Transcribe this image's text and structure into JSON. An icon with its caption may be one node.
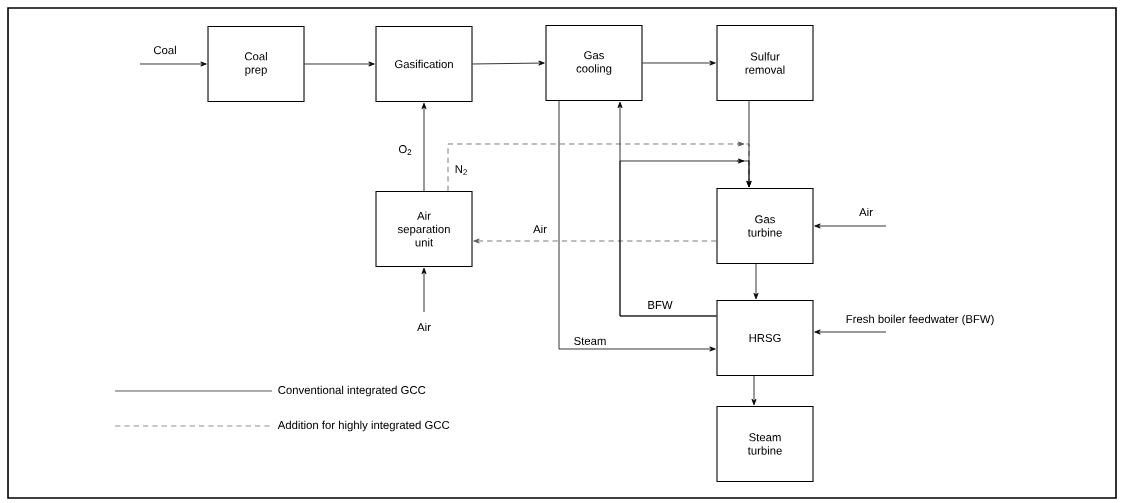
{
  "diagram": {
    "nodes": [
      {
        "text": [
          "Coal prep"
        ]
      },
      {
        "text": [
          "Gasification"
        ]
      },
      {
        "text": [
          "Gas cooling"
        ]
      },
      {
        "text": [
          "Sulfur removal"
        ]
      },
      {
        "text": [
          "Air separation unit"
        ]
      },
      {
        "text": [
          "Gas turbine"
        ]
      },
      {
        "text": [
          "HRSG"
        ]
      },
      {
        "text": [
          "Steam turbine"
        ]
      }
    ],
    "edges": [
      {
        "from": null,
        "to": 0,
        "arrow": "to",
        "label": "Coal"
      },
      {
        "from": 0,
        "to": 1,
        "arrow": "to"
      },
      {
        "from": 1,
        "to": 2,
        "arrow": "to"
      },
      {
        "from": 2,
        "to": 3,
        "arrow": "to"
      },
      {
        "from": 4,
        "to": 1,
        "arrow": "to",
        "label": "O$_{2}$"
      },
      {
        "from": 4,
        "to": 5,
        "arrow": "to",
        "label": "N$_{2}$",
        "style": "dashed"
      },
      {
        "from": 5,
        "to": 4,
        "arrow": "to",
        "label": "Air",
        "style": "dashed"
      },
      {
        "from": null,
        "to": 4,
        "arrow": "to",
        "label": "Air"
      },
      {
        "from": 3,
        "to": 5,
        "arrow": "to"
      },
      {
        "from": null,
        "to": 5,
        "arrow": "to",
        "label": "Air"
      },
      {
        "from": 5,
        "to": 6,
        "arrow": "to"
      },
      {
        "from": null,
        "to": 6,
        "arrow": "to",
        "label": "Fresh boiler feedwater (BFW)"
      },
      {
        "from": 6,
        "to": 2,
        "arrow": "to",
        "label": "BFW"
      },
      {
        "from": 6,
        "to": 5,
        "arrow": "to"
      },
      {
        "from": 2,
        "to": 6,
        "arrow": "to",
        "label": "Steam"
      },
      {
        "from": 6,
        "to": 7,
        "arrow": "to"
      }
    ],
    "legend": [
      {
        "text": "Conventional integrated GCC"
      },
      {
        "text": "Addition for highly integrated GCC"
      }
    ]
  }
}
